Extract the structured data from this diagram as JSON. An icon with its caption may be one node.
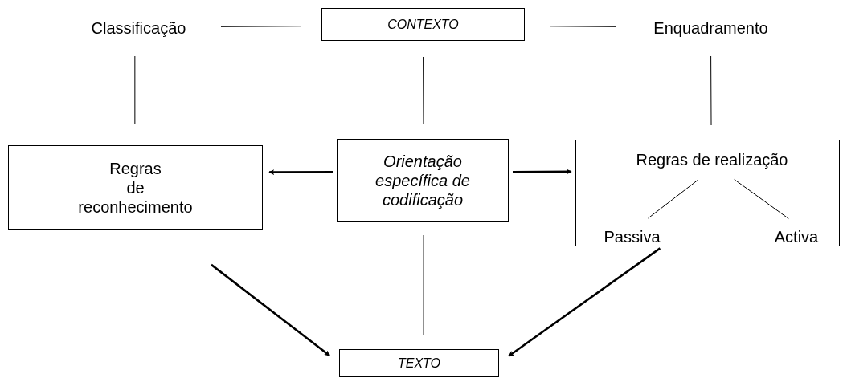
{
  "diagram": {
    "nodes": [
      {
        "text": [
          "Classificação"
        ]
      },
      {
        "text": [
          "CONTEXTO"
        ]
      },
      {
        "text": [
          "Enquadramento"
        ]
      },
      {
        "text": [
          "Regras de reconhecimento"
        ]
      },
      {
        "text": [
          "Orientação específica de codificação"
        ]
      },
      {
        "text": [],
        "shape": "box"
      },
      {
        "text": [
          "Regras de realização"
        ],
        "in": 5
      },
      {
        "text": [
          "Passiva"
        ],
        "in": 5
      },
      {
        "text": [
          "Activa"
        ],
        "in": 5
      },
      {
        "text": [
          "TEXTO"
        ]
      }
    ],
    "edges": [
      {
        "from": 0,
        "to": 1,
        "arrow": "none"
      },
      {
        "from": 1,
        "to": 2,
        "arrow": "none"
      },
      {
        "from": 0,
        "to": 3,
        "arrow": "none"
      },
      {
        "from": 1,
        "to": 4,
        "arrow": "none"
      },
      {
        "from": 2,
        "to": 5,
        "arrow": "none"
      },
      {
        "from": 4,
        "to": 3,
        "arrow": "to",
        "style": "thick"
      },
      {
        "from": 4,
        "to": 5,
        "arrow": "to",
        "style": "thick"
      },
      {
        "from": 3,
        "to": 9,
        "arrow": "to",
        "style": "thick"
      },
      {
        "from": 5,
        "to": 9,
        "arrow": "to",
        "style": "thick"
      },
      {
        "from": 4,
        "to": 9,
        "arrow": "none"
      },
      {
        "from": 6,
        "to": 7,
        "arrow": "none"
      },
      {
        "from": 6,
        "to": 8,
        "arrow": "none"
      }
    ]
  }
}
